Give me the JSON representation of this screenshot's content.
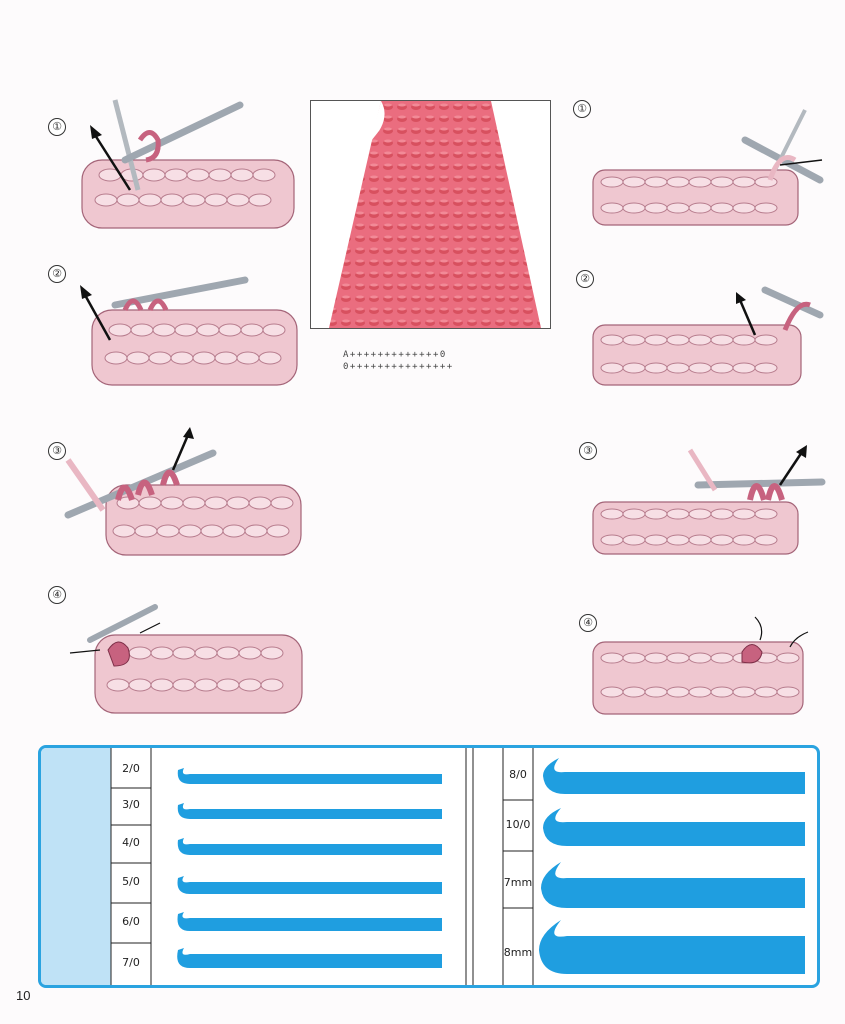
{
  "page_number": "10",
  "left_steps": [
    "①",
    "②",
    "③",
    "④"
  ],
  "right_steps": [
    "①",
    "②",
    "③",
    "④"
  ],
  "chart_symbols": {
    "row_top": "A+++++++++++++0",
    "row_bottom": "0+++++++++++++++"
  },
  "hook_chart": {
    "left_sizes": [
      "2/0",
      "3/0",
      "4/0",
      "5/0",
      "6/0",
      "7/0"
    ],
    "right_sizes": [
      "8/0",
      "10/0",
      "7mm",
      "8mm"
    ],
    "accent": "#2aa3e0",
    "band": "#bfe2f6",
    "hook_fill": "#1f9ee0"
  },
  "colors": {
    "yarn_light": "#e9b7c3",
    "yarn_dark": "#c7627f",
    "swatch": "#e96a7c",
    "hook": "#9fa7b0"
  }
}
